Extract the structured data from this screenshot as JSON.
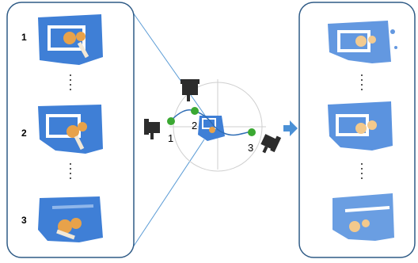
{
  "left_panel": {
    "labels": [
      "1",
      "2",
      "3"
    ]
  },
  "trajectory": {
    "labels": [
      "1",
      "2",
      "3"
    ]
  },
  "colors": {
    "panel_border": "#2f5b86",
    "connector_line": "#5a9bd5",
    "mesh_blue": "#3f7fd6",
    "mesh_orange": "#e8a24a",
    "waypoint_green": "#3aa832",
    "gripper_dark": "#2c2c2c",
    "arrow_blue": "#4a90d6",
    "crosshair": "#c8c8c8"
  },
  "icons": [
    "gripper-icon",
    "right-arrow-icon"
  ]
}
